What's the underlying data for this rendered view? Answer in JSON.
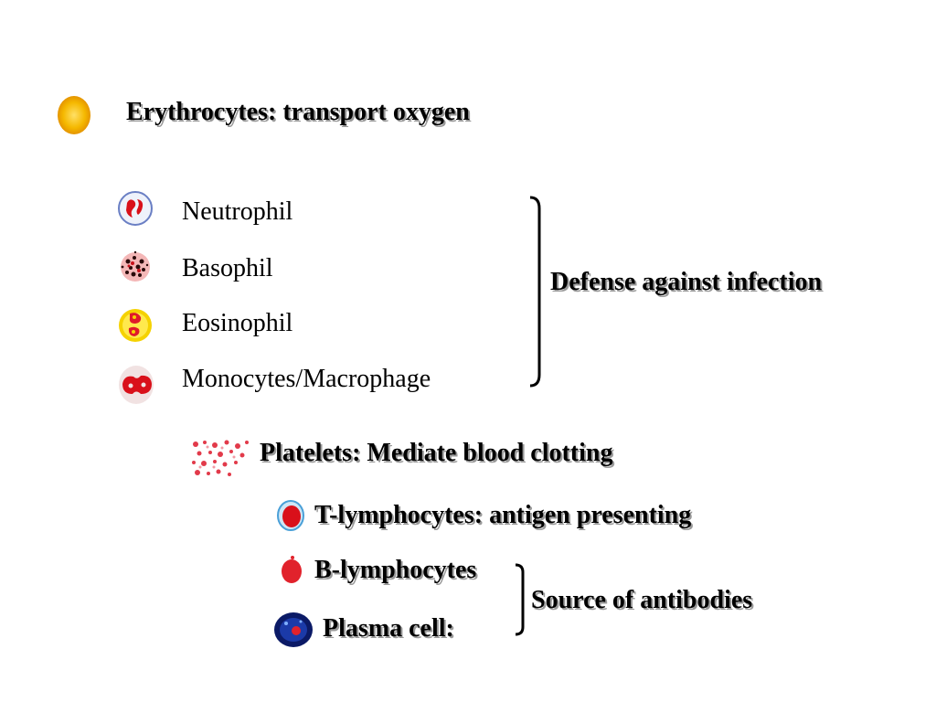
{
  "erythrocytes": {
    "label": "Erythrocytes: transport oxygen",
    "icon": "red-blood-cell-icon"
  },
  "granulocytes": {
    "items": [
      {
        "label": "Neutrophil",
        "icon": "neutrophil-icon"
      },
      {
        "label": "Basophil",
        "icon": "basophil-icon"
      },
      {
        "label": "Eosinophil",
        "icon": "eosinophil-icon"
      },
      {
        "label": "Monocytes/Macrophage",
        "icon": "monocyte-icon"
      }
    ],
    "group_label": "Defense against infection"
  },
  "platelets": {
    "label": "Platelets: Mediate blood clotting",
    "icon": "platelets-icon"
  },
  "t_lymphocytes": {
    "label": "T-lymphocytes: antigen presenting",
    "icon": "t-lymphocyte-icon"
  },
  "b_lymphocytes": {
    "label": "B-lymphocytes",
    "icon": "b-lymphocyte-icon"
  },
  "plasma_cell": {
    "label": "Plasma cell:",
    "icon": "plasma-cell-icon"
  },
  "antibody_group_label": "Source of antibodies",
  "colors": {
    "text": "#000000",
    "shadow": "#9a9a9a",
    "erythrocyte": "#f5b800",
    "cell_red": "#d9101a",
    "nucleus": "#0b1a66"
  }
}
